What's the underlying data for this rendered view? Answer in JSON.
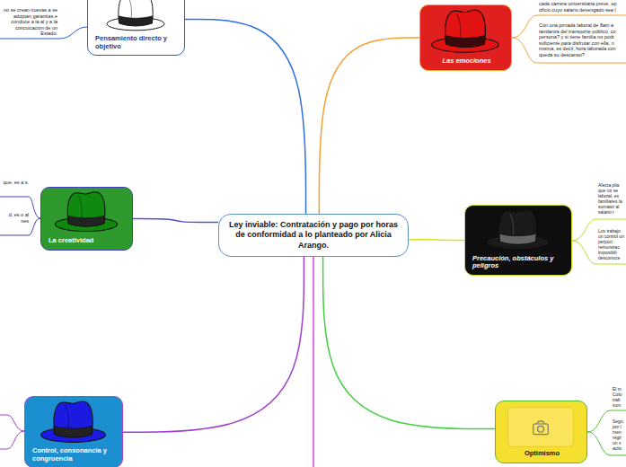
{
  "diagram": {
    "nodes": [
      {
        "text": [
          "Ley inviable: Contratación y pago por horas de conformidad a lo planteado por Alicia Arango."
        ]
      },
      {
        "text": [
          "Pensamiento directo y objetivo"
        ]
      },
      {
        "text": [
          "Las emociones"
        ]
      },
      {
        "text": [
          "Precaución, obstáculos y peligros"
        ]
      },
      {
        "text": [
          "La creatividad"
        ]
      },
      {
        "text": [
          "Control, consonancia y congruencia"
        ]
      },
      {
        "text": [
          "Optimismo"
        ]
      }
    ],
    "edges": [
      {
        "from": 0,
        "to": 1,
        "arrow": "none"
      },
      {
        "from": 0,
        "to": 2,
        "arrow": "none"
      },
      {
        "from": 0,
        "to": 3,
        "arrow": "none"
      },
      {
        "from": 0,
        "to": 4,
        "arrow": "none"
      },
      {
        "from": 0,
        "to": 5,
        "arrow": "none"
      },
      {
        "from": 0,
        "to": 6,
        "arrow": "none"
      }
    ],
    "labels": [
      "no se crean nuevas a se adoptan garantías e conduce a la al y a la concuicación de un Estado.",
      "cada carrera universitaria prevé, ep oficio cuyo salario devengado sea l",
      "Con una jornada laboral de 8am a tandanza del transporte público, co persona? y si tiene familia no podr suficiente para disfrutar con ella, n misma, es decir, hora laborada con queda su descanso?",
      "Afecta pila que no se laboral, es familiares la sumator al salario r",
      "Los trabajo un control un perjuici remunerac imposibili desconoce",
      "que, es a s.",
      "d, es o al nes",
      "El m Colo trab sum",
      "Segú por l men régir un s activ"
    ]
  }
}
